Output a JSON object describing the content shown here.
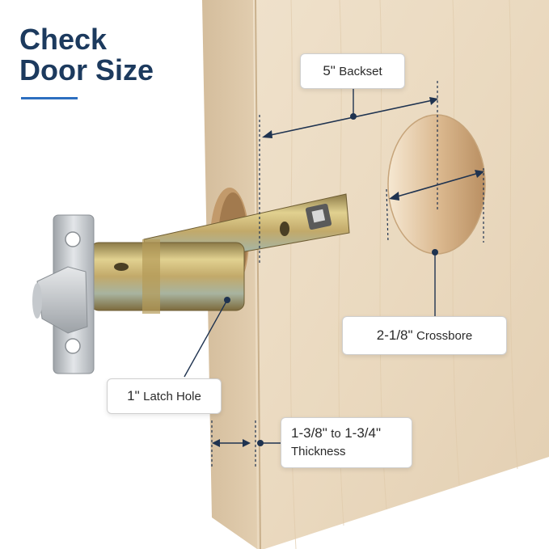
{
  "title": {
    "line1": "Check",
    "line2": "Door Size"
  },
  "callouts": {
    "backset": {
      "value": "5\"",
      "label": "Backset"
    },
    "crossbore": {
      "value": "2-1/8\"",
      "label": "Crossbore"
    },
    "latch_hole": {
      "value": "1\"",
      "label": "Latch Hole"
    },
    "thickness": {
      "value_from": "1-3/8\"",
      "connector": "to",
      "value_to": "1-3/4\"",
      "label": "Thickness"
    }
  },
  "colors": {
    "title": "#1c3a5e",
    "accent": "#2d6fc0",
    "dimension_line": "#1f3350",
    "door_wood": "#ecdcc4",
    "door_edge": "#d9c4a6",
    "latch_brass": "#c7b36c",
    "faceplate": "#c9cccf"
  }
}
